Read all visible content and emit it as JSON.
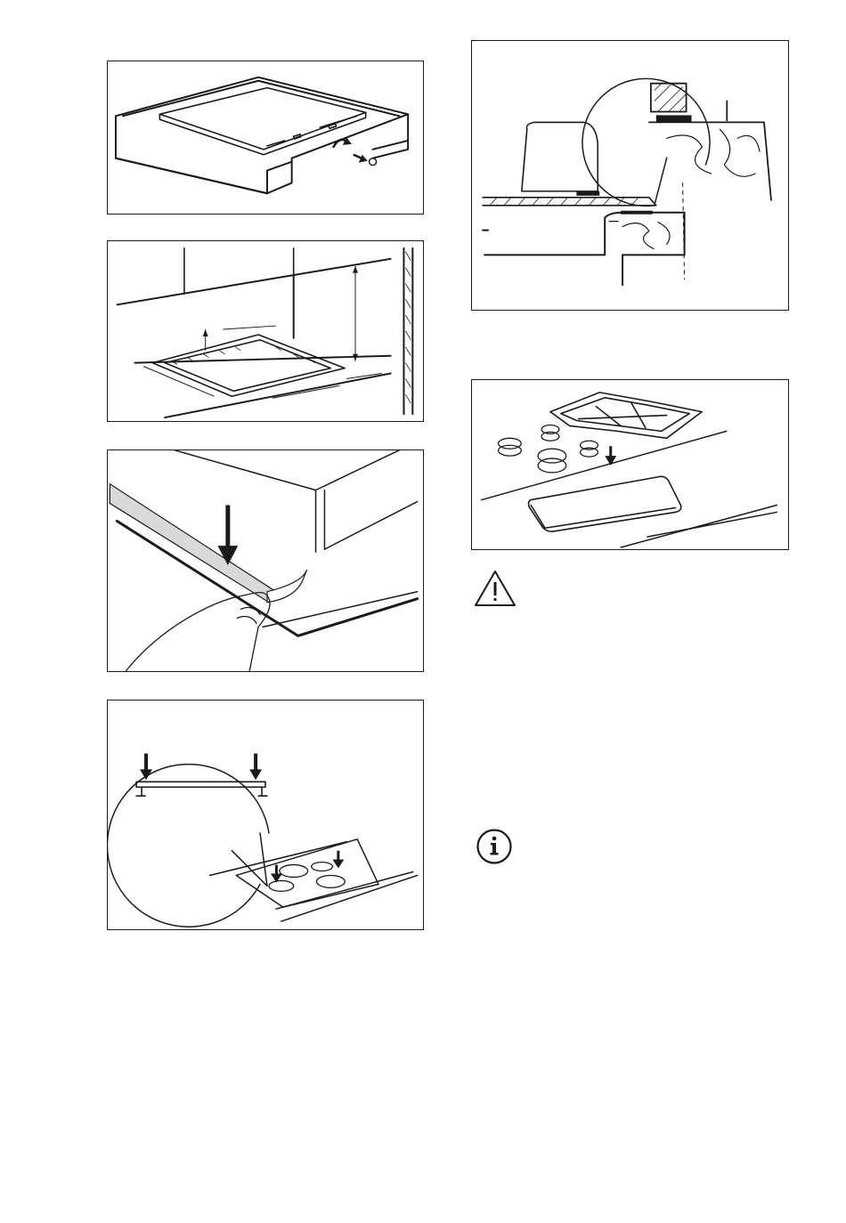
{
  "document": {
    "figures": [
      {
        "id": "fig-1",
        "subject": "hob-frame-fixing-clamp"
      },
      {
        "id": "fig-2",
        "subject": "worktop-cutout-dimensions"
      },
      {
        "id": "fig-3",
        "subject": "applying-seal-strip"
      },
      {
        "id": "fig-4",
        "subject": "pressing-hob-into-place"
      },
      {
        "id": "fig-5",
        "subject": "cabinet-panel-clearance"
      },
      {
        "id": "fig-6",
        "subject": "gas-hob-above-induction-hob"
      }
    ],
    "icons": {
      "warning": "warning-triangle-icon",
      "info": "info-circle-icon"
    }
  }
}
